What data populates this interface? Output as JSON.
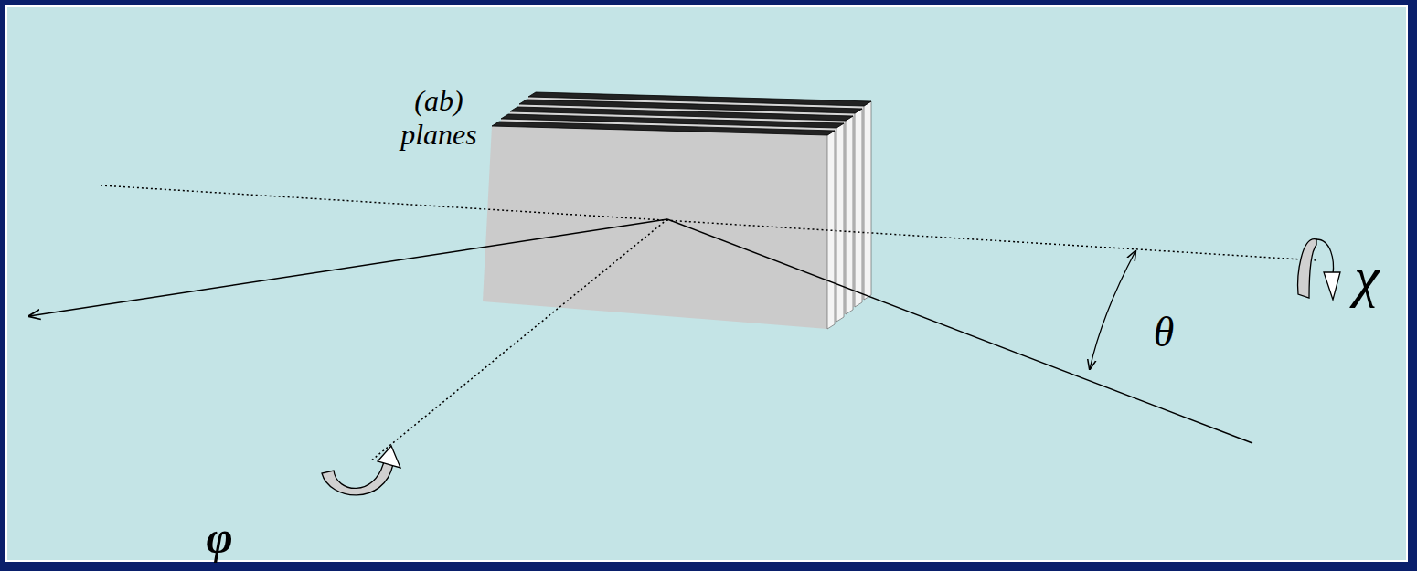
{
  "diagram": {
    "labels": [
      "(ab) planes",
      "θ",
      "χ",
      "φ"
    ]
  }
}
